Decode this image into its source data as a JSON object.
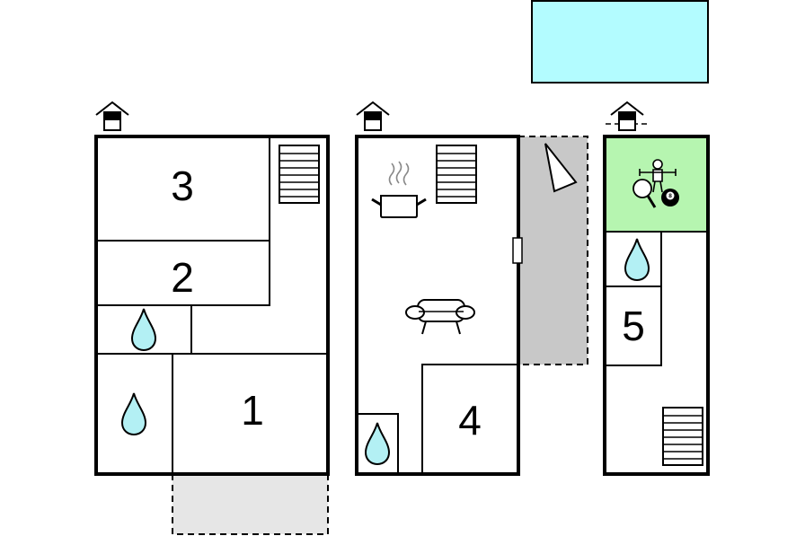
{
  "rooms": {
    "room_1": "1",
    "room_2": "2",
    "room_3": "3",
    "room_4": "4",
    "room_5": "5"
  },
  "colors": {
    "pool": "#b3fcff",
    "game_room": "#b6f5b0",
    "terrace_light": "#e6e6e6",
    "terrace_dark": "#c8c8c8",
    "water": "#b3f0f4"
  },
  "icons": [
    "entrance-icon",
    "stairs-icon",
    "water-drop-icon",
    "kitchen-pot-icon",
    "sofa-icon",
    "table-football-icon",
    "table-tennis-icon",
    "billiard-ball-icon",
    "sail-icon"
  ],
  "game_room": {
    "billiard_ball_label": "8"
  }
}
